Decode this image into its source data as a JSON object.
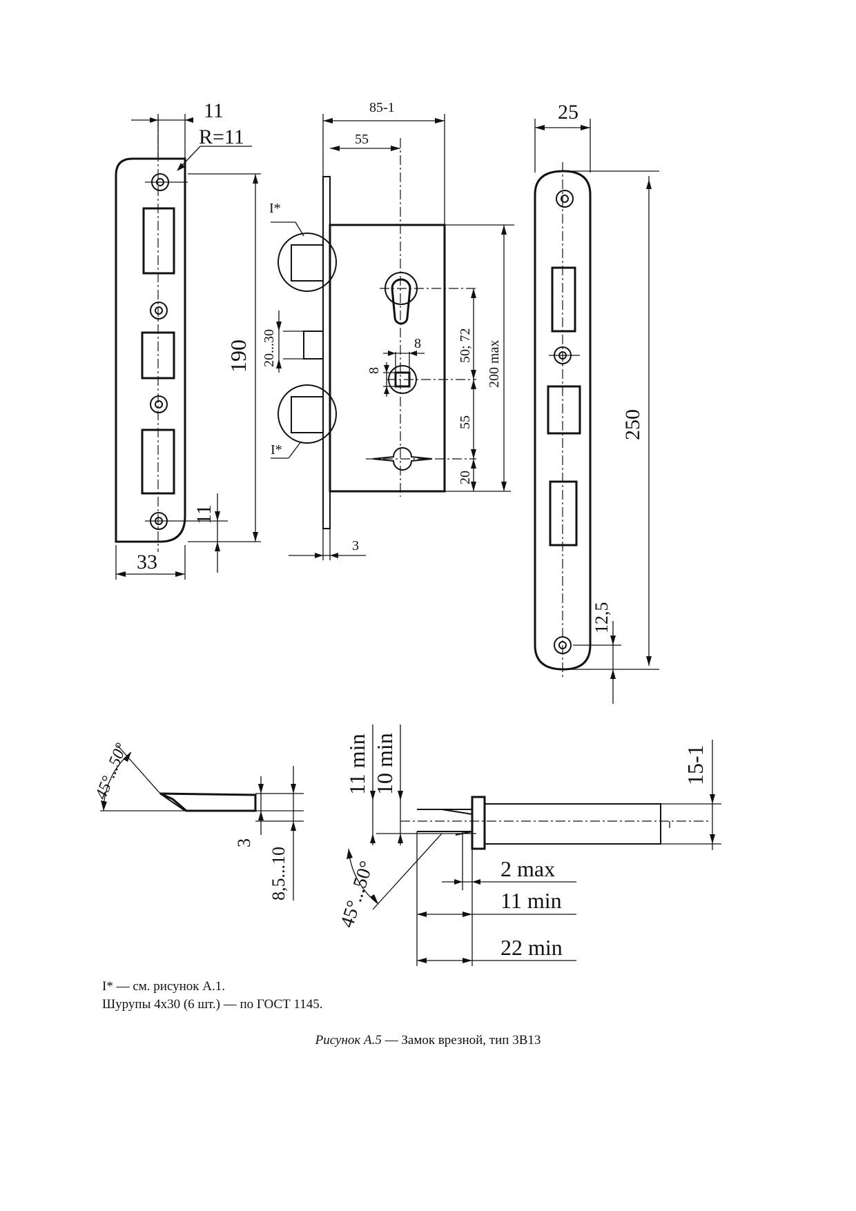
{
  "figure": {
    "dims": {
      "d11_top": "11",
      "r11": "R=11",
      "d190": "190",
      "d11_bottom": "11",
      "d33": "33",
      "d85": "85-1",
      "d55_top": "55",
      "d20_30": "20...30",
      "d8_h": "8",
      "d8_v": "8",
      "d50_72": "50; 72",
      "d200max": "200 max",
      "d55_mid": "55",
      "d20_bot": "20",
      "d3_body": "3",
      "d25": "25",
      "d250": "250",
      "d12_5": "12,5",
      "i_star_top": "I*",
      "i_star_bot": "I*",
      "angle_left": "45°...50°",
      "d3_latch": "3",
      "d8_5_10": "8,5...10",
      "d11min_v": "11 min",
      "d10min_v": "10 min",
      "angle_right": "45°...50°",
      "d15_1": "15-1",
      "d2max": "2 max",
      "d11min_h": "11 min",
      "d22min": "22 min"
    }
  },
  "notes": {
    "line1": "I* — см. рисунок А.1.",
    "line2": "Шурупы 4х30 (6 шт.) — по ГОСТ 1145."
  },
  "caption": {
    "label": "Рисунок А.5",
    "text": " — Замок врезной, тип 3В13"
  }
}
